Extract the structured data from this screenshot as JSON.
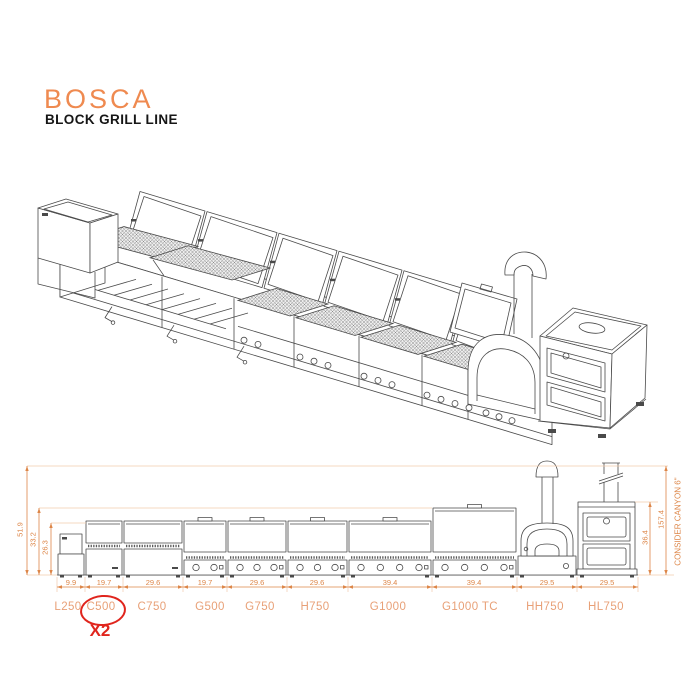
{
  "header": {
    "brand": "BOSCA",
    "product_line": "BLOCK GRILL LINE"
  },
  "colors": {
    "accent_orange": "#DD8648",
    "label_orange": "#E8A077",
    "title_orange": "#EF8A50",
    "highlight_red": "#E0251D",
    "drawing_gray": "#4a4a4a"
  },
  "elevation": {
    "vertical_dims_left": [
      {
        "value": "51.9"
      },
      {
        "value": "33.2"
      },
      {
        "value": "26.3"
      }
    ],
    "vertical_dims_right": [
      {
        "value": "157.4"
      },
      {
        "value": "36.4"
      }
    ],
    "note_right": "CONSIDER CANYON 6''",
    "modules": [
      {
        "label": "L250",
        "width": "9.9"
      },
      {
        "label": "C500",
        "width": "19.7",
        "highlighted": true,
        "quantity_note": "X2"
      },
      {
        "label": "C750",
        "width": "29.6"
      },
      {
        "label": "G500",
        "width": "19.7"
      },
      {
        "label": "G750",
        "width": "29.6"
      },
      {
        "label": "H750",
        "width": "29.6"
      },
      {
        "label": "G1000",
        "width": "39.4"
      },
      {
        "label": "G1000 TC",
        "width": "39.4"
      },
      {
        "label": "HH750",
        "width": "29.5"
      },
      {
        "label": "HL750",
        "width": "29.5"
      }
    ]
  }
}
